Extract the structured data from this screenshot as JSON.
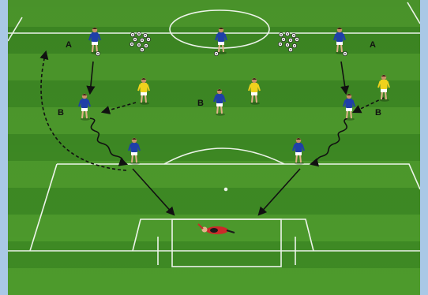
{
  "diagram": {
    "labels": {
      "a_left": "A",
      "a_right": "A",
      "b_left": "B",
      "b_center": "B",
      "b_right": "B"
    },
    "colors": {
      "pitch_light": "#4d9a2c",
      "pitch_dark": "#3e8a24",
      "lines": "#ffffff",
      "attacker_shirt": "#1f3fa8",
      "attacker_shorts": "#ffffff",
      "defender_shirt": "#f0d21c",
      "defender_shorts": "#ffffff",
      "goalkeeper_kit": "#cc2a2a",
      "arrow": "#111111",
      "frame": "#a9c8e6"
    },
    "elements": {
      "players_blue": "attacker",
      "players_yellow": "mannequin-defender",
      "goalkeeper": "goalkeeper",
      "ball_stacks": "ball-stack-icon",
      "movement": "dribble-wavy-arrow",
      "pass": "dashed-pass-arrow",
      "run": "solid-run-arrow",
      "shot": "shot-arrow"
    }
  }
}
